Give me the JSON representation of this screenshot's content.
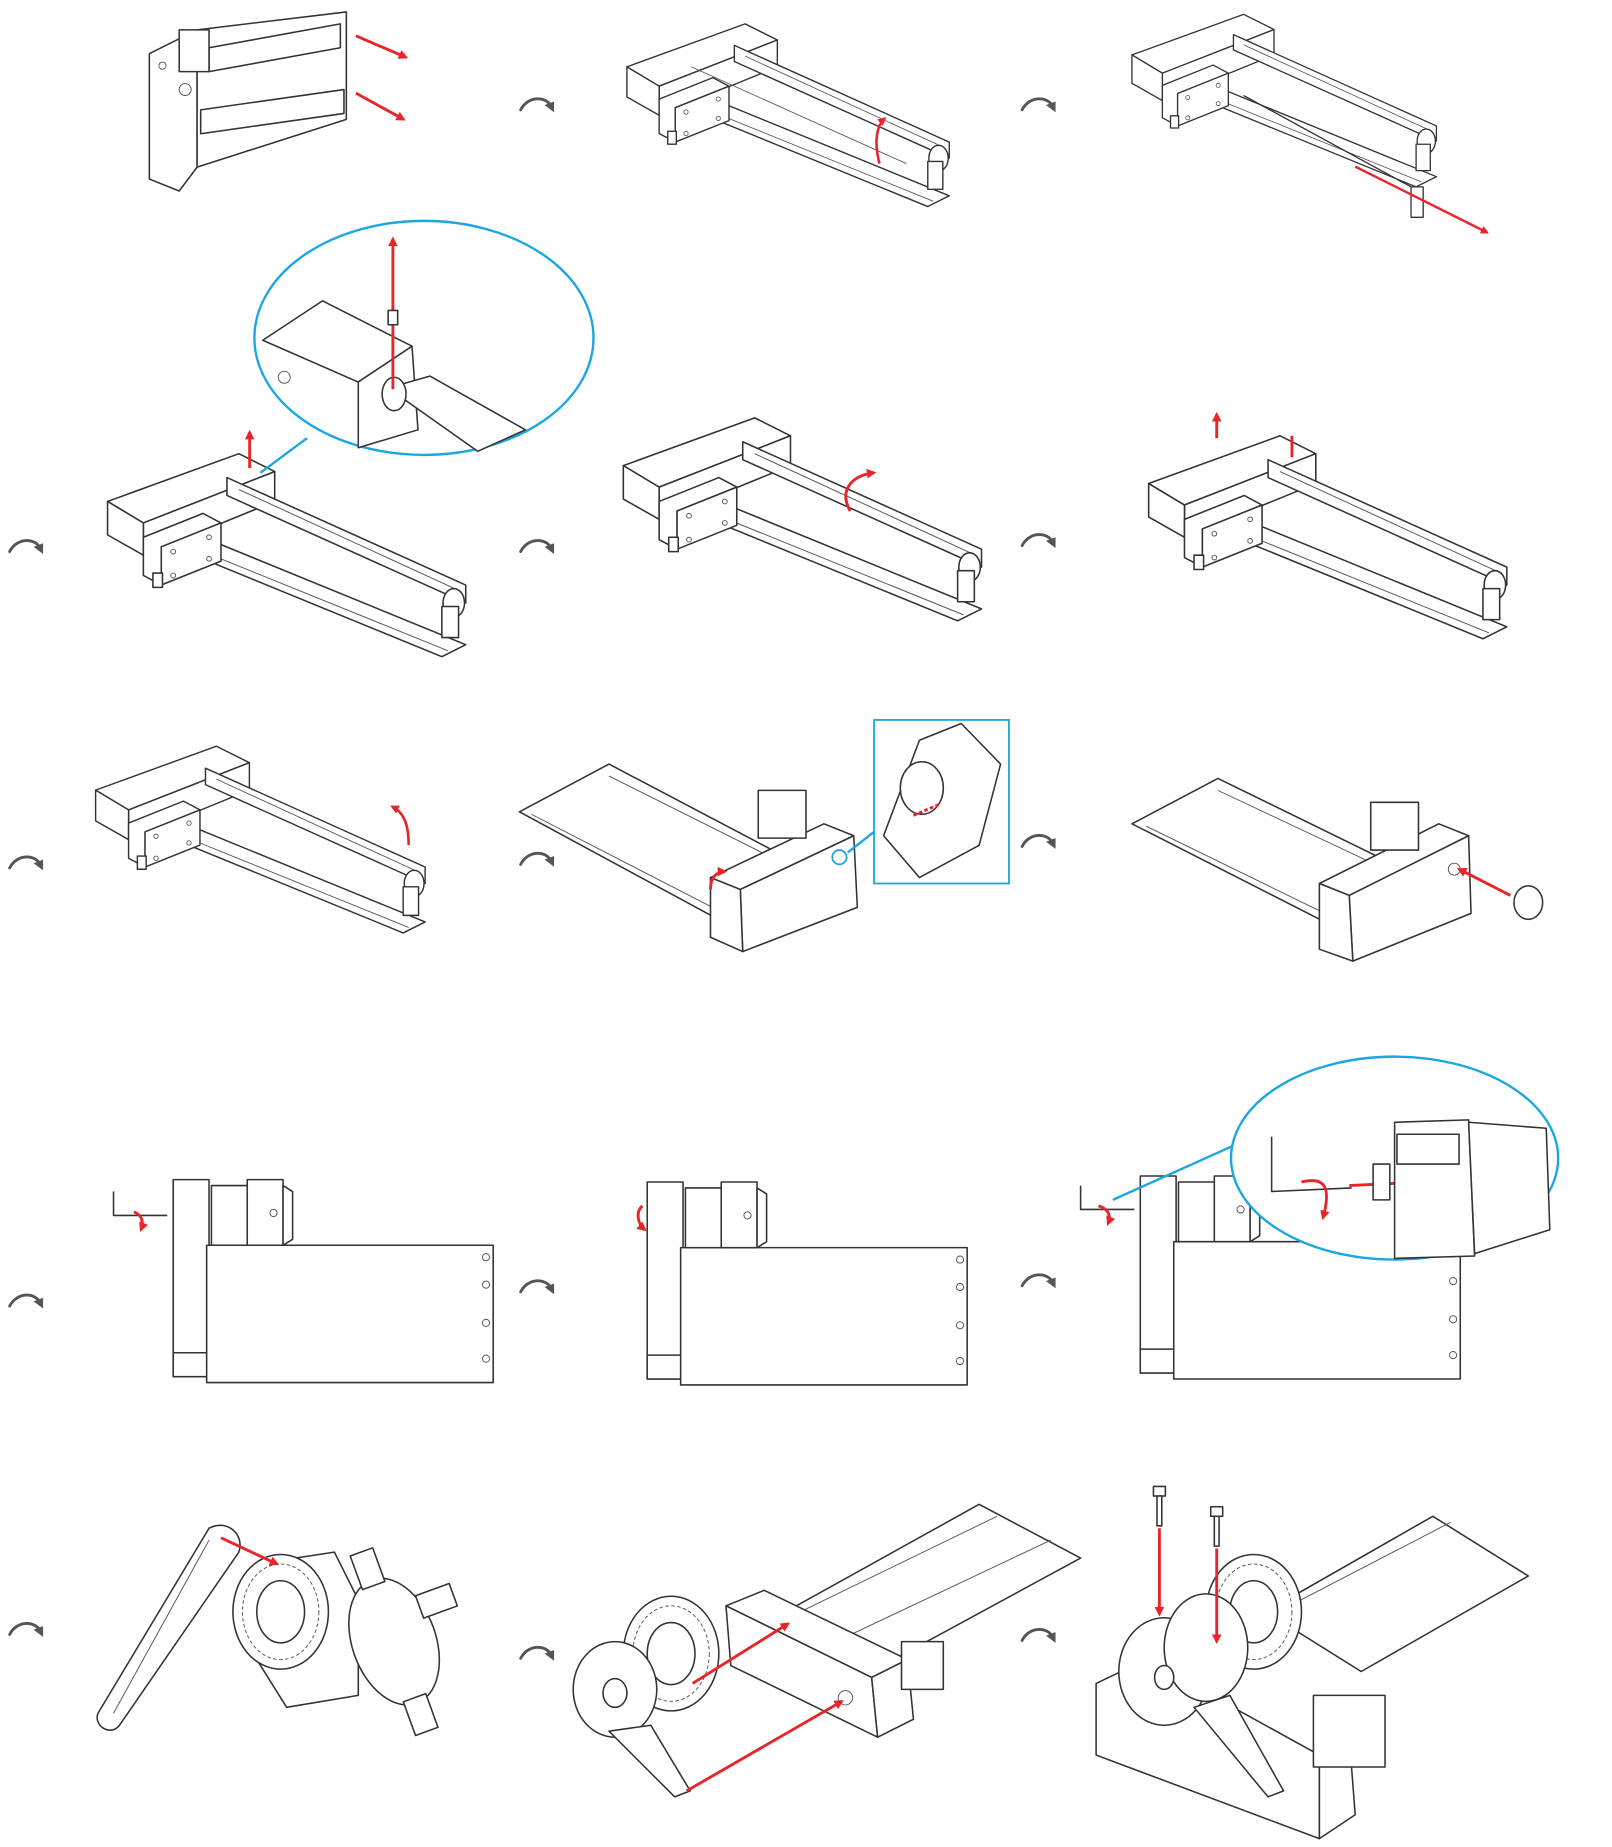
{
  "diagram": {
    "kind": "assembly-steps",
    "step_count": 15,
    "icons": [
      "step-flow-arrow-icon",
      "red-direction-arrow-icon",
      "detail-callout-circle",
      "detail-callout-box",
      "hex-key-icon",
      "screw-icon"
    ],
    "colors": {
      "line": "#333333",
      "action_arrow": "#e8262a",
      "callout": "#1aa7e0",
      "flow_arrow": "#555555",
      "background": "#ffffff"
    }
  }
}
